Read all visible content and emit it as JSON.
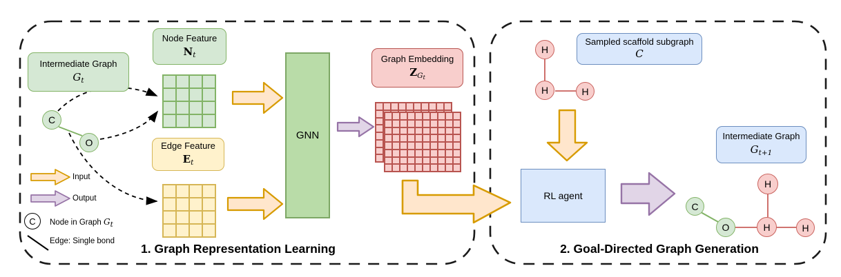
{
  "left_panel": {
    "title": "1. Graph Representation Learning",
    "intermediate_graph": {
      "label": "Intermediate Graph",
      "symbol": "G",
      "subscript": "t"
    },
    "node_feature": {
      "label": "Node Feature",
      "symbol": "N",
      "subscript": "t"
    },
    "edge_feature": {
      "label": "Edge Feature",
      "symbol": "E",
      "subscript": "t"
    },
    "gnn": "GNN",
    "graph_embedding": {
      "label": "Graph Embedding",
      "symbol": "Z",
      "sub_symbol": "G",
      "sub_subscript": "t"
    },
    "molecule_nodes": {
      "c": "C",
      "o": "O"
    }
  },
  "legend": {
    "input": "Input",
    "output": "Output",
    "node_symbol": "C",
    "node_text": "Node in Graph ",
    "node_graph_symbol": "G",
    "node_graph_subscript": "t",
    "edge_text": "Edge: Single bond"
  },
  "right_panel": {
    "title": "2. Goal-Directed Graph Generation",
    "scaffold": {
      "label": "Sampled scaffold subgraph",
      "symbol": "C"
    },
    "rl_agent": "RL agent",
    "intermediate_graph": {
      "label": "Intermediate Graph",
      "symbol": "G",
      "subscript": "t+1"
    },
    "scaffold_nodes": {
      "h1": "H",
      "h2": "H",
      "h3": "H"
    },
    "result_nodes": {
      "c": "C",
      "o": "O",
      "h_top": "H",
      "h_mid": "H",
      "h_right": "H"
    }
  },
  "colors": {
    "green_fill": "#d5e8d4",
    "green_stroke": "#82b366",
    "gnn_fill": "#b9dca8",
    "yellow_fill": "#fff2cc",
    "yellow_stroke": "#d6b656",
    "orange_fill": "#ffe6cc",
    "orange_stroke": "#d79b00",
    "red_fill": "#f8cecc",
    "red_stroke": "#b85450",
    "purple_fill": "#e1d5e7",
    "purple_stroke": "#9673a6",
    "blue_fill": "#dae8fc",
    "blue_stroke": "#6c8ebf",
    "frame_stroke": "#1a1a1a"
  }
}
